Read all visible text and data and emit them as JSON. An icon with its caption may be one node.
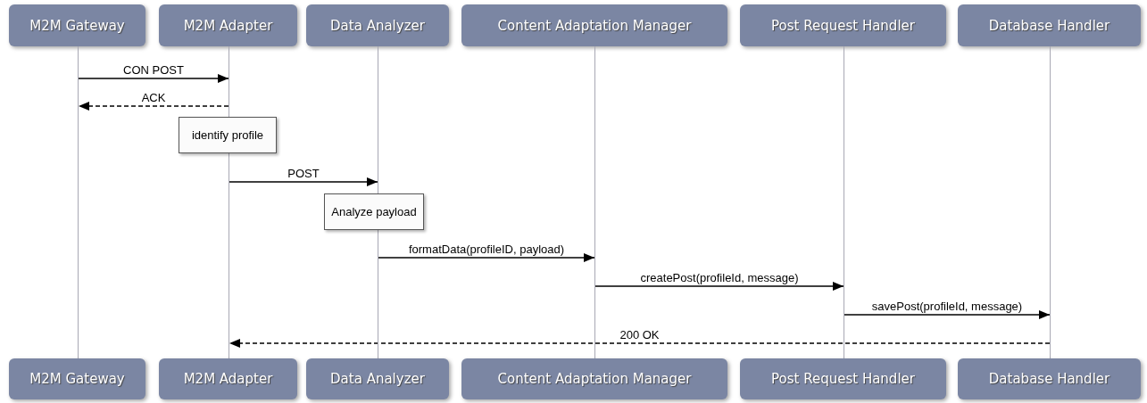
{
  "diagram": {
    "nodes": [
      {
        "text": [
          "M2M Gateway"
        ]
      },
      {
        "text": [
          "M2M Adapter"
        ]
      },
      {
        "text": [
          "Data Analyzer"
        ]
      },
      {
        "text": [
          "Content Adaptation Manager"
        ]
      },
      {
        "text": [
          "Post Request Handler"
        ]
      },
      {
        "text": [
          "Database Handler"
        ]
      },
      {
        "text": [],
        "shape": "line"
      },
      {
        "text": [],
        "shape": "line"
      },
      {
        "text": [],
        "shape": "line"
      },
      {
        "text": [],
        "shape": "line"
      },
      {
        "text": [],
        "shape": "line"
      },
      {
        "text": [],
        "shape": "line"
      },
      {
        "text": [
          "M2M Gateway"
        ]
      },
      {
        "text": [
          "M2M Adapter"
        ]
      },
      {
        "text": [
          "Data Analyzer"
        ]
      },
      {
        "text": [
          "Content Adaptation Manager"
        ]
      },
      {
        "text": [
          "Post Request Handler"
        ]
      },
      {
        "text": [
          "Database Handler"
        ]
      },
      {
        "text": [
          "identify profile"
        ]
      },
      {
        "text": [
          "Analyze payload"
        ]
      }
    ],
    "edges": [
      {
        "from": 6,
        "to": 7,
        "arrow": "to",
        "label": "CON POST"
      },
      {
        "from": 7,
        "to": 6,
        "arrow": "to",
        "label": "ACK",
        "style": "dashed"
      },
      {
        "from": 7,
        "to": 8,
        "arrow": "to",
        "label": "POST"
      },
      {
        "from": 8,
        "to": 9,
        "arrow": "to",
        "label": "formatData(profileID, payload)"
      },
      {
        "from": 9,
        "to": 10,
        "arrow": "to",
        "label": "createPost(profileId, message)"
      },
      {
        "from": 10,
        "to": 11,
        "arrow": "to",
        "label": "savePost(profileId, message)"
      },
      {
        "from": 11,
        "to": 7,
        "arrow": "to",
        "label": "200 OK",
        "style": "dashed"
      }
    ]
  }
}
